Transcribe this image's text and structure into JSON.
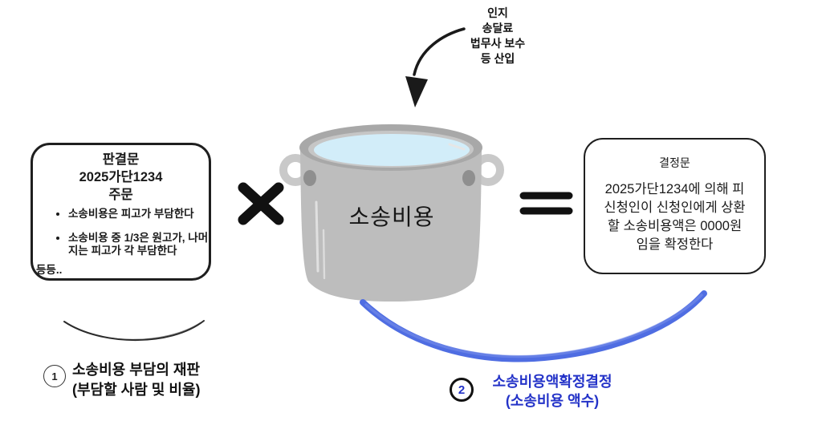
{
  "inflow_note": {
    "lines": [
      "인지",
      "송달료",
      "법무사 보수",
      "등 산입"
    ]
  },
  "judgment_box": {
    "title": "판결문",
    "case_number": "2025가단1234",
    "subtitle": "주문",
    "bullets": [
      "소송비용은 피고가 부담한다",
      "소송비용 중 1/3은 원고가, 나머지는 피고가 각 부담한다"
    ],
    "etc": "등등.."
  },
  "pot": {
    "label": "소송비용"
  },
  "operators": {
    "multiply": "×",
    "equals": "="
  },
  "decision_box": {
    "title": "결정문",
    "body_lines": [
      "2025가단1234에 의해 피",
      "신청인이 신청인에게 상환",
      "할 소송비용액은 0000원",
      "임을 확정한다"
    ]
  },
  "step1": {
    "number": "1",
    "line1": "소송비용 부담의 재판",
    "line2": "(부담할 사람 및 비율)"
  },
  "step2": {
    "number": "2",
    "line1": "소송비용액확정결정",
    "line2": "(소송비용 액수)"
  },
  "colors": {
    "accent_blue_text": "#2433c8",
    "swoosh_blue": "#4f6de2",
    "pot_body": "#bdbdbd",
    "pot_rim": "#a8a8a8",
    "water": "#d2edf9"
  }
}
